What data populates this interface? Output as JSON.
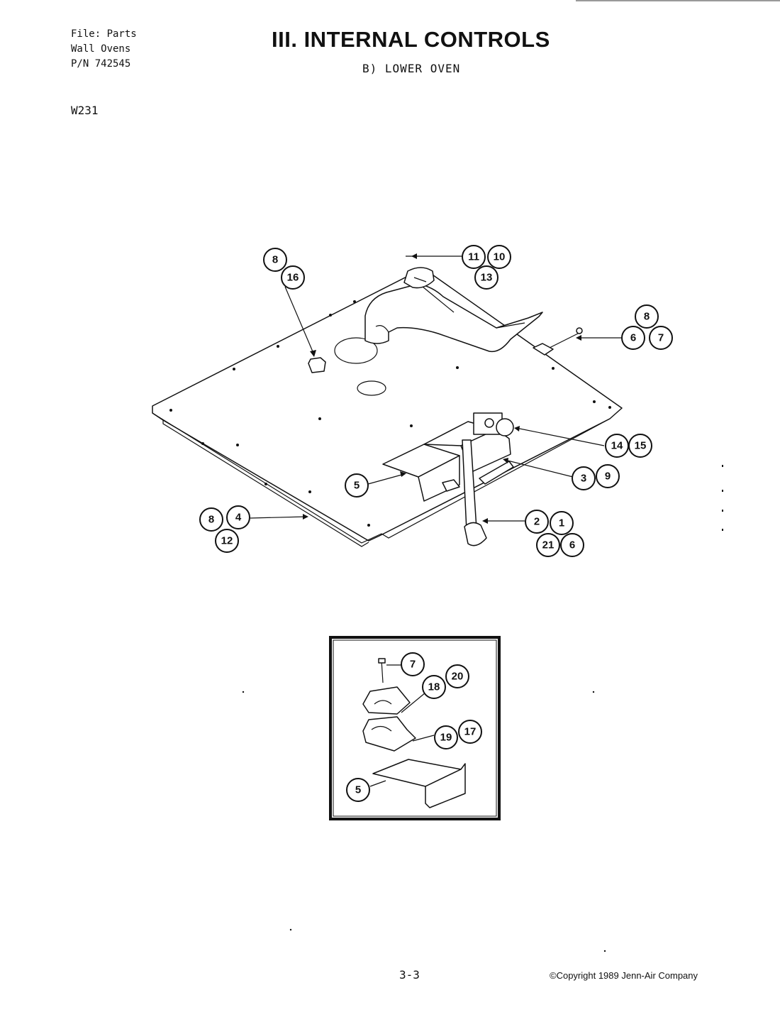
{
  "header": {
    "file_info_lines": [
      "File: Parts",
      "Wall Ovens",
      "P/N 742545"
    ],
    "model": "W231",
    "title": "III. INTERNAL CONTROLS",
    "subtitle": "B)  LOWER OVEN"
  },
  "footer": {
    "page_number": "3-3",
    "copyright": "©Copyright 1989 Jenn-Air Company"
  },
  "callouts": {
    "main": [
      "8",
      "16",
      "11",
      "10",
      "13",
      "8",
      "6",
      "7",
      "14",
      "15",
      "3",
      "9",
      "5",
      "2",
      "1",
      "21",
      "6",
      "8",
      "4",
      "12"
    ],
    "inset": [
      "7",
      "20",
      "18",
      "19",
      "17",
      "5"
    ]
  }
}
